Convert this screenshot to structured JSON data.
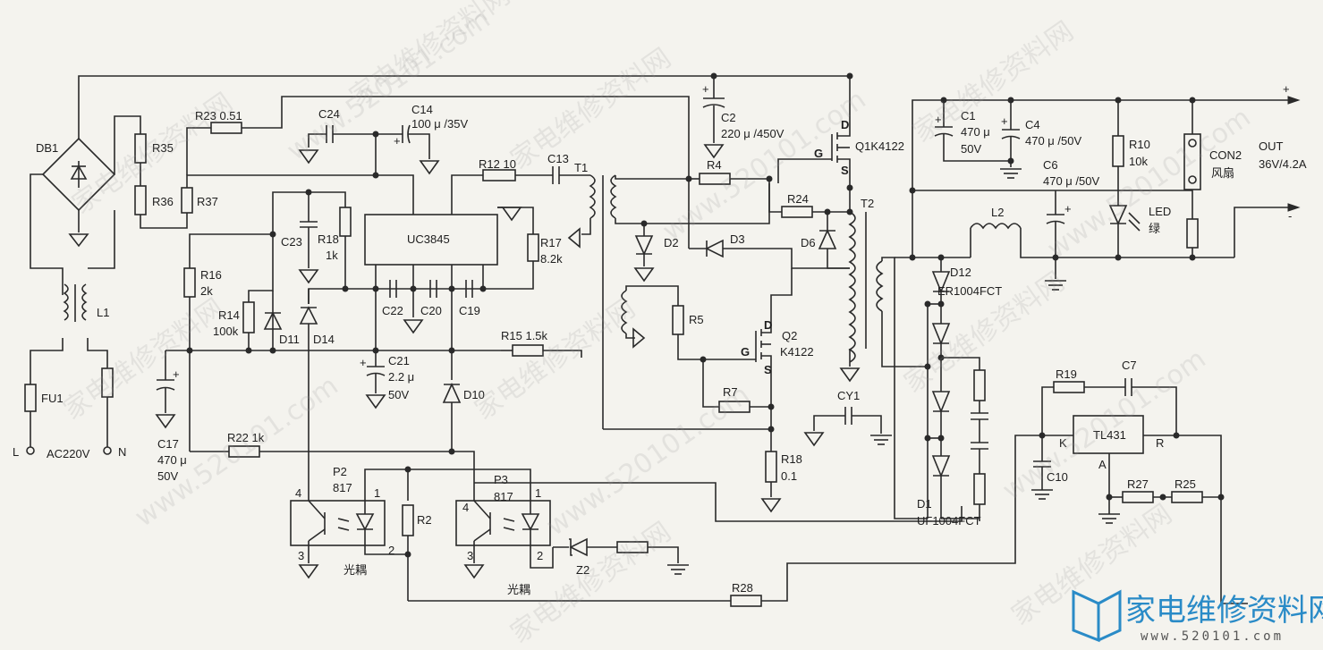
{
  "diagram": {
    "inputs": {
      "l": "L",
      "n": "N",
      "ac": "AC220V"
    },
    "bridge": "DB1",
    "fuse": "FU1",
    "choke": "L1",
    "ic": "UC3845",
    "tl431": "TL431",
    "labels": {
      "r35": "R35",
      "r36": "R36",
      "r37": "R37",
      "r23": "R23 0.51",
      "c24": "C24",
      "c14": "C14",
      "c14v": "100 μ /35V",
      "c2": "C2",
      "c2v": "220 μ /450V",
      "r12": "R12 10",
      "c13": "C13",
      "t1": "T1",
      "r4": "R4",
      "q1": "Q1K4122",
      "q1d": "D",
      "q1g": "G",
      "q1s": "S",
      "r24": "R24",
      "t2": "T2",
      "c23": "C23",
      "r18a": "R18",
      "r18av": "1k",
      "r17": "R17",
      "r17v": "8.2k",
      "d2": "D2",
      "d3": "D3",
      "d6": "D6",
      "r16": "R16",
      "r16v": "2k",
      "r14": "R14",
      "r14v": "100k",
      "d11": "D11",
      "d14": "D14",
      "c22": "C22",
      "c20": "C20",
      "c19": "C19",
      "r5": "R5",
      "q2": "Q2",
      "q2v": "K4122",
      "q2d": "D",
      "q2g": "G",
      "q2s": "S",
      "r15": "R15 1.5k",
      "c21": "C21",
      "c21v1": "2.2 μ",
      "c21v2": "50V",
      "d10": "D10",
      "r7": "R7",
      "cy1": "CY1",
      "c17": "C17",
      "c17v1": "470 μ",
      "c17v2": "50V",
      "r22": "R22 1k",
      "r18b": "R18",
      "r18bv": "0.1",
      "p2": "P2",
      "p2v": "817",
      "p3": "P3",
      "p3v": "817",
      "pin4a": "4",
      "pin1a": "1",
      "pin3a": "3",
      "pin2a": "2",
      "pin4b": "4",
      "pin1b": "1",
      "pin3b": "3",
      "pin2b": "2",
      "r2": "R2",
      "z2": "Z2",
      "opto1": "光耦",
      "opto2": "光耦",
      "r28": "R28",
      "c1": "C1",
      "c1v1": "470 μ",
      "c1v2": "50V",
      "c4": "C4",
      "c4v": "470 μ /50V",
      "c6": "C6",
      "c6v": "470 μ /50V",
      "r10": "R10",
      "r10v": "10k",
      "con2": "CON2",
      "fan": "风扇",
      "out": "OUT",
      "outv": "36V/4.2A",
      "plus": "+",
      "minus": "-",
      "l2": "L2",
      "led": "LED",
      "ledc": "绿",
      "d12": "D12",
      "d12v": "ER1004FCT",
      "d1": "D1",
      "d1v": "UF1004FCT",
      "r19": "R19",
      "c7": "C7",
      "k": "K",
      "a": "A",
      "r": "R",
      "c10": "C10",
      "r27": "R27",
      "r25": "R25"
    }
  },
  "watermark": {
    "text": "家电维修资料网",
    "url": "www.520101.com"
  },
  "logo": {
    "title": "家电维修资料网",
    "sub": "www.520101.com",
    "color": "#2a8bc7"
  }
}
